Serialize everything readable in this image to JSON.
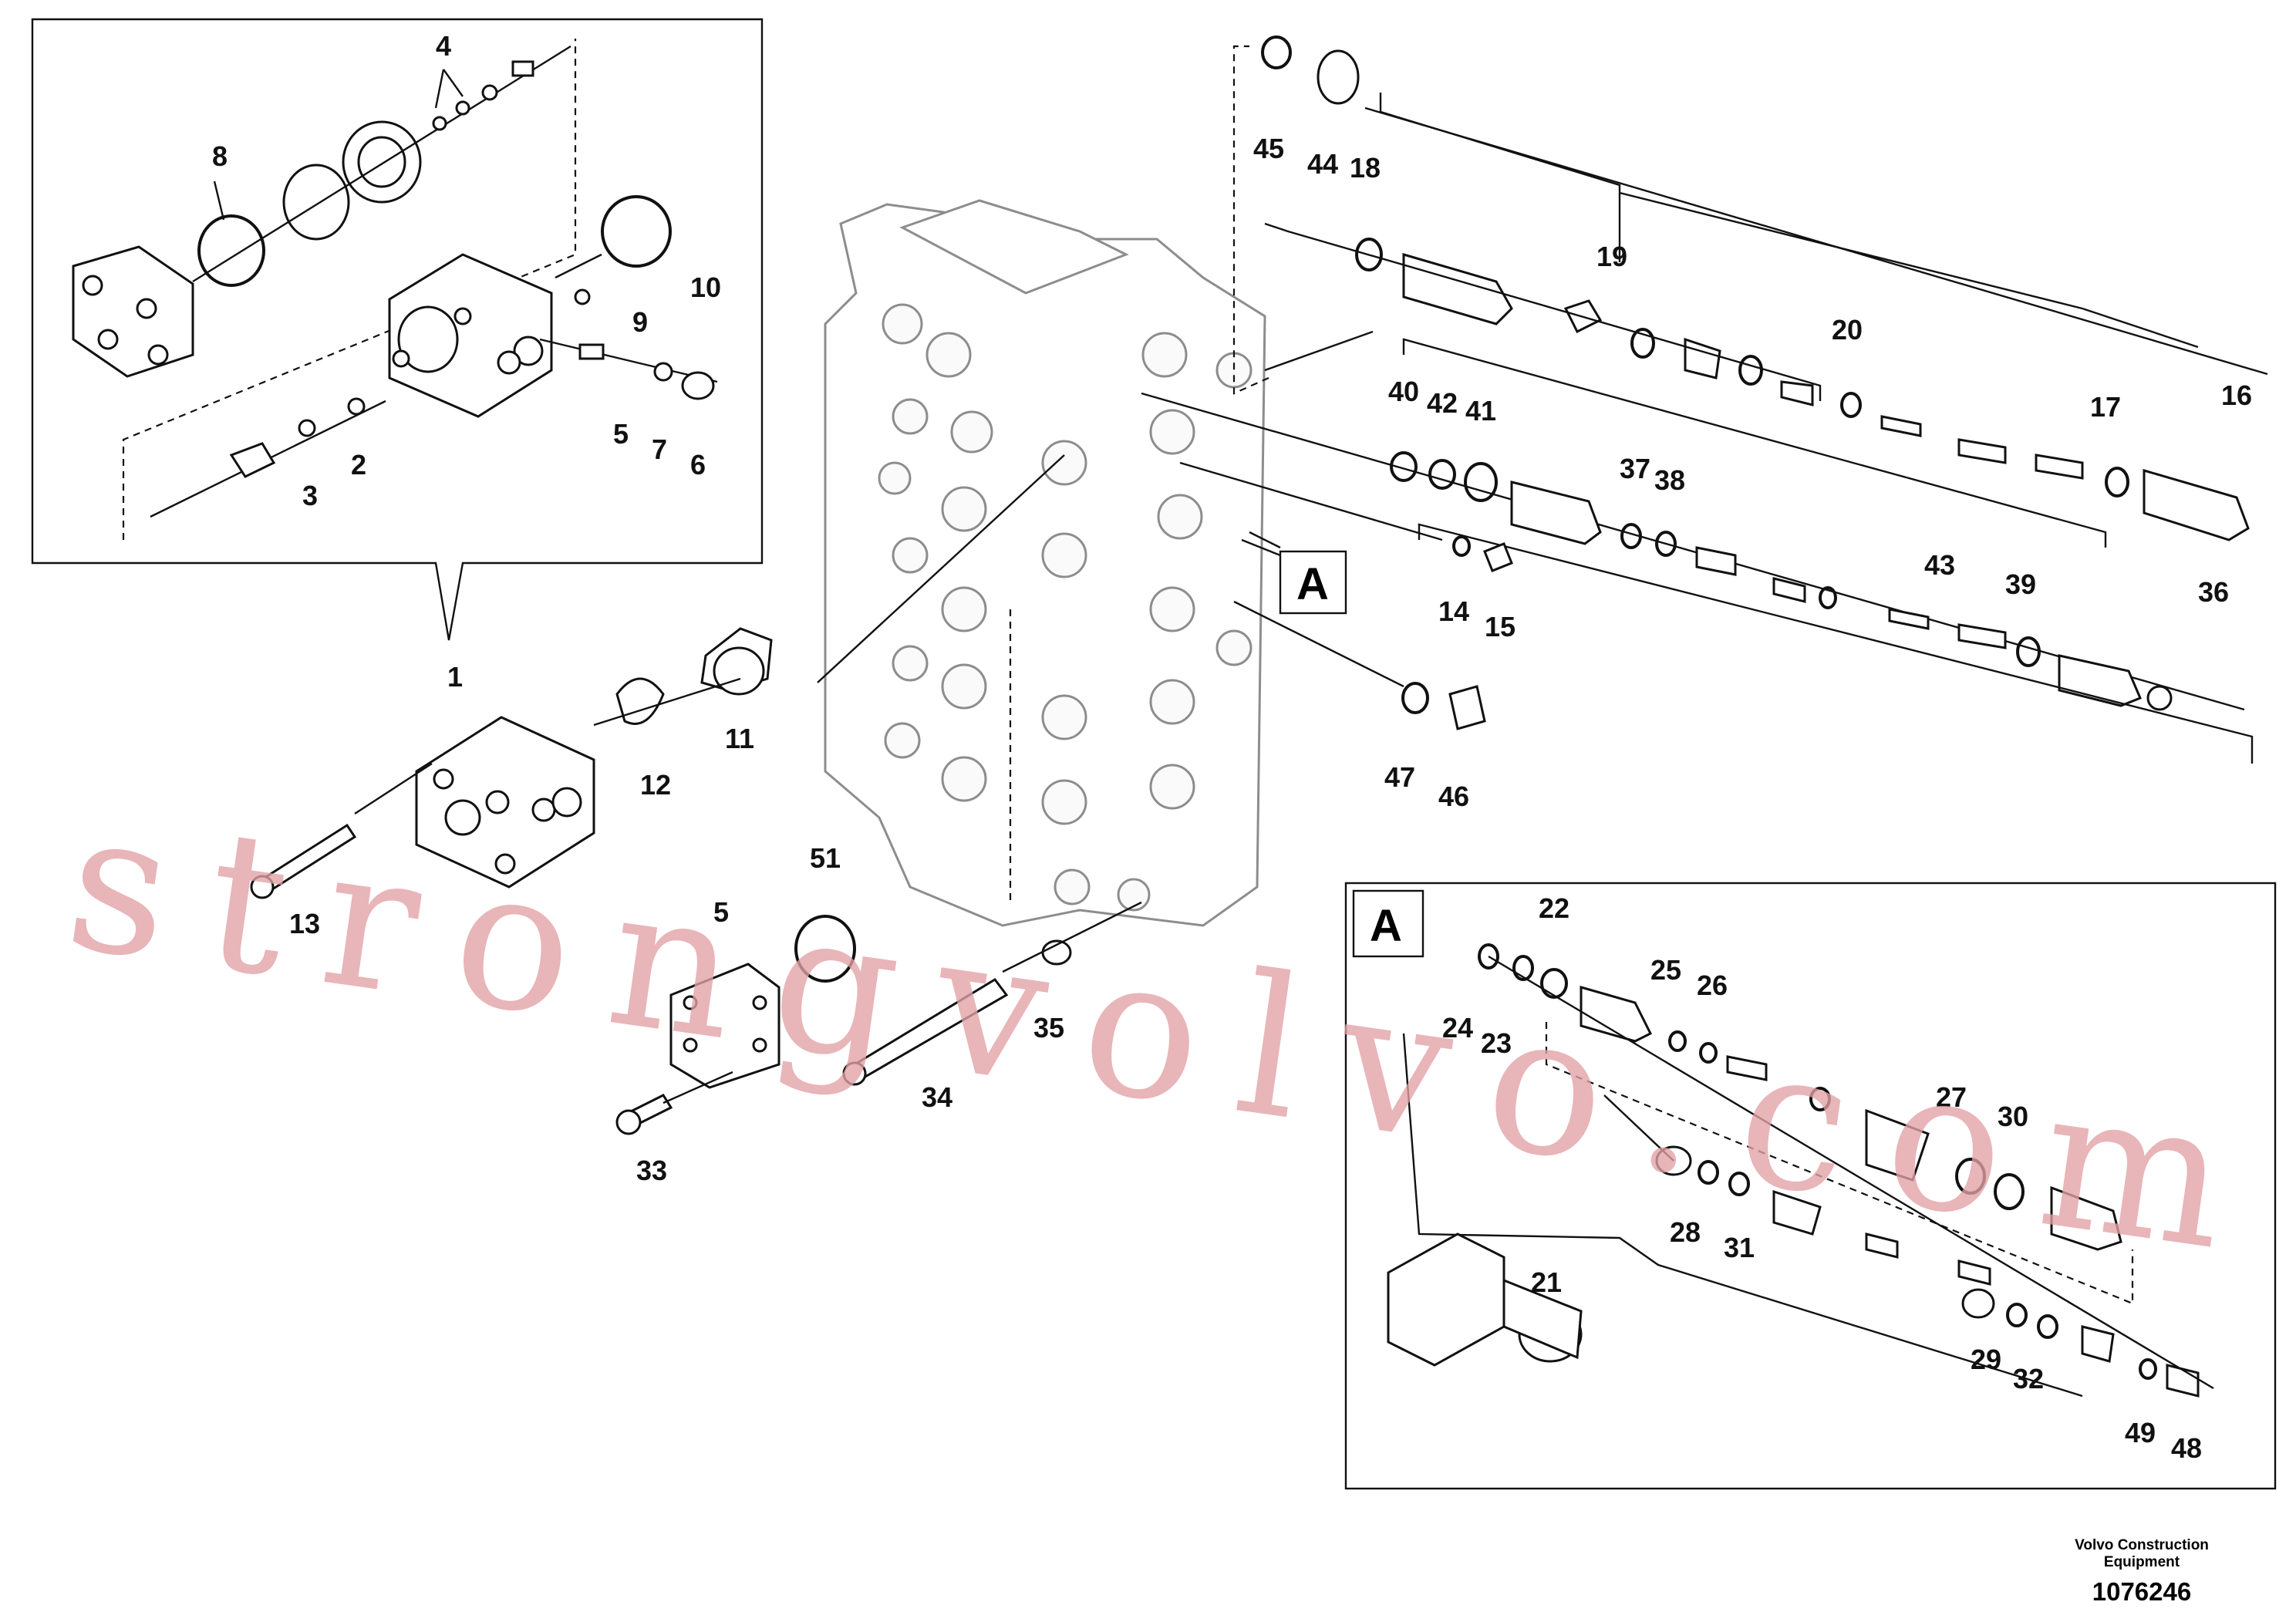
{
  "diagram": {
    "part_numbers": [
      "1",
      "2",
      "3",
      "4",
      "5",
      "6",
      "7",
      "8",
      "9",
      "10",
      "11",
      "12",
      "13",
      "14",
      "15",
      "16",
      "17",
      "18",
      "19",
      "20",
      "36",
      "37",
      "38",
      "39",
      "40",
      "41",
      "42",
      "43",
      "44",
      "45",
      "46",
      "47",
      "33",
      "34",
      "35",
      "51"
    ],
    "detail_label_a": "A",
    "detail_a_numbers": [
      "21",
      "22",
      "23",
      "24",
      "25",
      "26",
      "27",
      "28",
      "29",
      "30",
      "31",
      "32",
      "48",
      "49"
    ],
    "footer_company": "Volvo Construction Equipment",
    "footer_part_no": "1076246",
    "watermark": "strongvolvo.com"
  }
}
